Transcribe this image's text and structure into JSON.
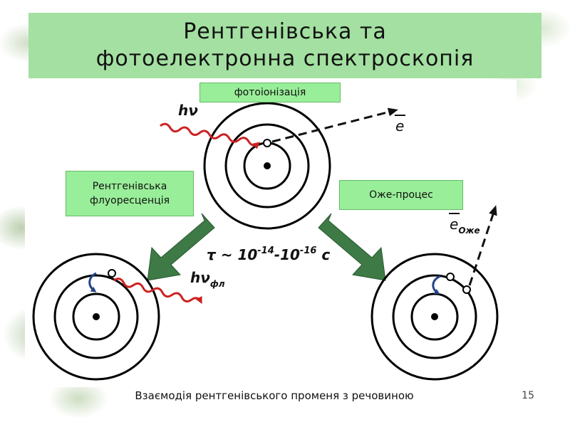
{
  "slide": {
    "title": "Рентгенівська та фотоелектронна спектроскопія",
    "caption": "Взаємодія рентгенівського променя з речовиною",
    "page_number": "15"
  },
  "labels": {
    "photoionization": "фотоіонізація",
    "fluorescence": "Рентгенівська флуоресценція",
    "auger": "Оже-процес"
  },
  "diagram": {
    "hv": "hν",
    "electron": "e",
    "hv_fl": "hν",
    "hv_fl_sub": "фл",
    "electron_auger": "e",
    "electron_auger_sub": "Оже",
    "tau_prefix": "τ ~ 10",
    "tau_exp1": "-14",
    "tau_mid": "-10",
    "tau_exp2": "-16",
    "tau_unit": " с"
  },
  "colors": {
    "title_band": "#a3e0a1",
    "label_box": "#99ee99",
    "photon_wave": "#cc2222",
    "transition_arrow": "#3d7a45",
    "orbit": "#000000"
  },
  "icons": [
    "curved-transition-arrow-icon",
    "electron-icon",
    "nucleus-icon"
  ]
}
